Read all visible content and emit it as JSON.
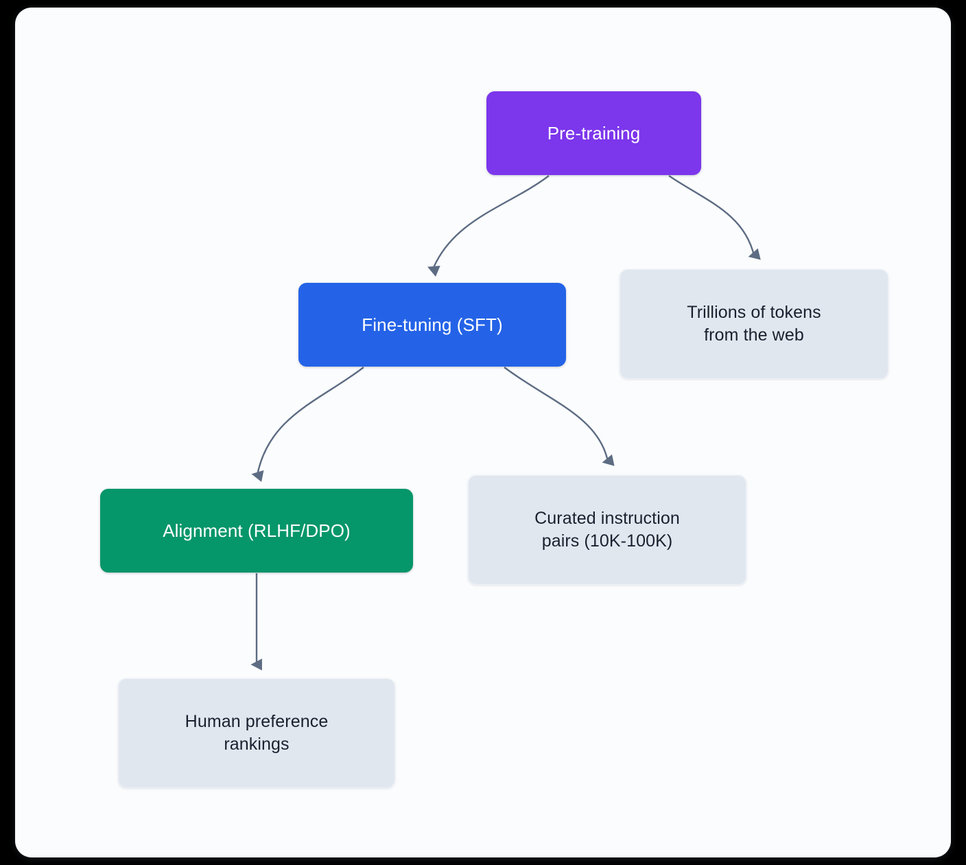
{
  "diagram": {
    "title": "LLM training pipeline flowchart",
    "background_color": "#000000",
    "canvas_color": "#fbfcfd",
    "edge_color": "#5d6c83",
    "nodes": [
      {
        "id": "pretraining",
        "label": "Pre-training",
        "kind": "stage",
        "fill": "#7c36ec",
        "text_color": "#ffffff"
      },
      {
        "id": "finetuning",
        "label": "Fine-tuning (SFT)",
        "kind": "stage",
        "fill": "#2463e7",
        "text_color": "#ffffff"
      },
      {
        "id": "alignment",
        "label": "Alignment (RLHF/DPO)",
        "kind": "stage",
        "fill": "#059669",
        "text_color": "#ffffff"
      },
      {
        "id": "tokens",
        "label": "Trillions of tokens\nfrom the web",
        "kind": "data",
        "fill": "#e1e7ef",
        "text_color": "#1a202e"
      },
      {
        "id": "pairs",
        "label": "Curated instruction\npairs (10K-100K)",
        "kind": "data",
        "fill": "#e1e7ef",
        "text_color": "#1a202e"
      },
      {
        "id": "rankings",
        "label": "Human preference\nrankings",
        "kind": "data",
        "fill": "#e1e7ef",
        "text_color": "#1a202e"
      }
    ],
    "edges": [
      {
        "id": "pretraining-to-finetuning",
        "from": "pretraining",
        "to": "finetuning",
        "style": "curved"
      },
      {
        "id": "pretraining-to-tokens",
        "from": "pretraining",
        "to": "tokens",
        "style": "curved"
      },
      {
        "id": "finetuning-to-alignment",
        "from": "finetuning",
        "to": "alignment",
        "style": "curved"
      },
      {
        "id": "finetuning-to-pairs",
        "from": "finetuning",
        "to": "pairs",
        "style": "curved"
      },
      {
        "id": "alignment-to-rankings",
        "from": "alignment",
        "to": "rankings",
        "style": "straight"
      }
    ]
  }
}
